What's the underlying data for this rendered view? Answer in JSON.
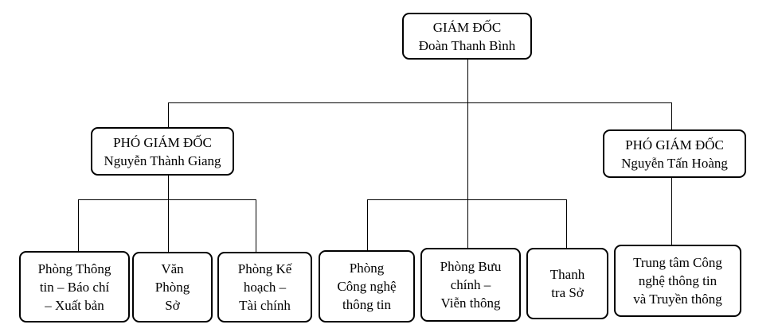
{
  "chart_data": {
    "type": "org-chart",
    "nodes": [
      {
        "id": "director",
        "parent": null,
        "lines": [
          "GIÁM ĐỐC",
          "Đoàn Thanh Bình"
        ]
      },
      {
        "id": "deputy_1",
        "parent": "director",
        "lines": [
          "PHÓ GIÁM ĐỐC",
          "Nguyễn Thành Giang"
        ]
      },
      {
        "id": "deputy_2",
        "parent": "director",
        "lines": [
          "PHÓ GIÁM ĐỐC",
          "Nguyễn Tấn Hoàng"
        ]
      },
      {
        "id": "press",
        "parent": "deputy_1",
        "lines": [
          "Phòng Thông",
          "tin – Báo chí",
          "– Xuất bản"
        ]
      },
      {
        "id": "office",
        "parent": "deputy_1",
        "lines": [
          "Văn",
          "Phòng",
          "Sở"
        ]
      },
      {
        "id": "planning",
        "parent": "deputy_1",
        "lines": [
          "Phòng Kế",
          "hoạch –",
          "Tài chính"
        ]
      },
      {
        "id": "it",
        "parent": "director",
        "lines": [
          "Phòng",
          "Công nghệ",
          "thông tin"
        ]
      },
      {
        "id": "postal",
        "parent": "director",
        "lines": [
          "Phòng Bưu",
          "chính –",
          "Viễn thông"
        ]
      },
      {
        "id": "inspection",
        "parent": "director",
        "lines": [
          "Thanh",
          "tra Sở"
        ]
      },
      {
        "id": "center",
        "parent": "deputy_2",
        "lines": [
          "Trung tâm Công",
          "nghệ thông tin",
          "và Truyền thông"
        ]
      }
    ]
  }
}
